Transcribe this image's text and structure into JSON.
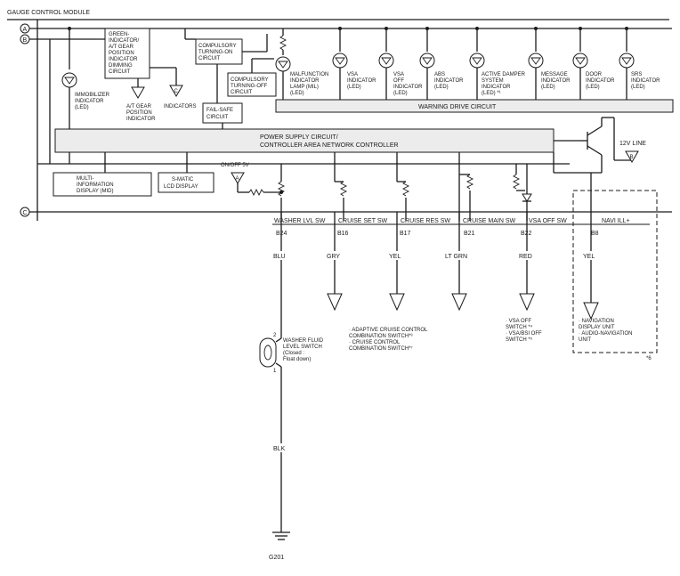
{
  "module_title": "GAUGE CONTROL MODULE",
  "buses": [
    "A",
    "B",
    "C"
  ],
  "circuits": {
    "dimming": [
      "GREEN-",
      "INDICATOR/",
      "A/T GEAR",
      "POSITION",
      "INDICATOR",
      "DIMMING",
      "CIRCUIT"
    ],
    "compulsory_on": [
      "COMPULSORY",
      "TURNING-ON",
      "CIRCUIT"
    ],
    "compulsory_off": [
      "COMPULSORY",
      "TURNING-OFF",
      "CIRCUIT"
    ],
    "failsafe": [
      "FAIL-SAFE",
      "CIRCUIT"
    ],
    "warning_drive": "WARNING DRIVE CIRCUIT",
    "power_supply": [
      "POWER SUPPLY CIRCUIT/",
      "CONTROLLER AREA NETWORK CONTROLLER"
    ],
    "mid": [
      "MULTI-",
      "INFORMATION",
      "DISPLAY (MID)"
    ],
    "smatic": [
      "S-MATIC",
      "LCD DISPLAY"
    ]
  },
  "indicators": {
    "immobilizer": [
      "IMMOBILIZER",
      "INDICATOR",
      "(LED)"
    ],
    "at_gear": [
      "A/T GEAR",
      "POSITION",
      "INDICATOR"
    ],
    "indicators_ref": "INDICATORS",
    "ref_c": "C",
    "mil": [
      "MALFUNCTION",
      "INDICATOR",
      "LAMP (MIL)",
      "(LED)"
    ],
    "vsa": [
      "VSA",
      "INDICATOR",
      "(LED)"
    ],
    "vsa_off": [
      "VSA",
      "OFF",
      "INDICATOR",
      "(LED)"
    ],
    "abs": [
      "ABS",
      "INDICATOR",
      "(LED)"
    ],
    "damper": [
      "ACTIVE DAMPER",
      "SYSTEM",
      "INDICATOR",
      "(LED) *¹"
    ],
    "message": [
      "MESSAGE",
      "INDICATOR",
      "(LED)"
    ],
    "door": [
      "DOOR",
      "INDICATOR",
      "(LED)"
    ],
    "srs": [
      "SRS",
      "INDICATOR",
      "(LED)"
    ]
  },
  "onoff": {
    "label": "ON/OFF 5V",
    "ref": "A"
  },
  "line12v": {
    "label": "12V LINE",
    "ref": "B"
  },
  "signals": [
    {
      "name": "WASHER LVL SW",
      "pin": "B24",
      "wire": "BLU"
    },
    {
      "name": "CRUISE SET SW",
      "pin": "B16",
      "wire": "GRY"
    },
    {
      "name": "CRUISE RES SW",
      "pin": "B17",
      "wire": "YEL"
    },
    {
      "name": "CRUISE MAIN SW",
      "pin": "B21",
      "wire": "LT GRN"
    },
    {
      "name": "VSA OFF SW",
      "pin": "B22",
      "wire": "RED"
    },
    {
      "name": "NAVI ILL+",
      "pin": "B8",
      "wire": "YEL"
    }
  ],
  "cruise_note": [
    "· ADAPTIVE CRUISE CONTROL",
    "  COMBINATION SWITCH*³",
    "· CRUISE CONTROL",
    "  COMBINATION SWITCH*⁷"
  ],
  "vsa_note": [
    "· VSA OFF",
    "  SWITCH *⁴",
    "· VSA/BSI OFF",
    "  SWITCH *⁵"
  ],
  "navi_note": [
    "· NAVIGATION",
    "  DISPLAY UNIT",
    "· AUDIO-NAVIGATION",
    "  UNIT"
  ],
  "navi_footnote": "*6",
  "washer": {
    "pin_top": "2",
    "pin_bottom": "1",
    "label": [
      "WASHER FLUID",
      "LEVEL SWITCH",
      "(Closed :",
      "Float down)"
    ]
  },
  "ground": {
    "wire": "BLK",
    "label": "G201"
  }
}
